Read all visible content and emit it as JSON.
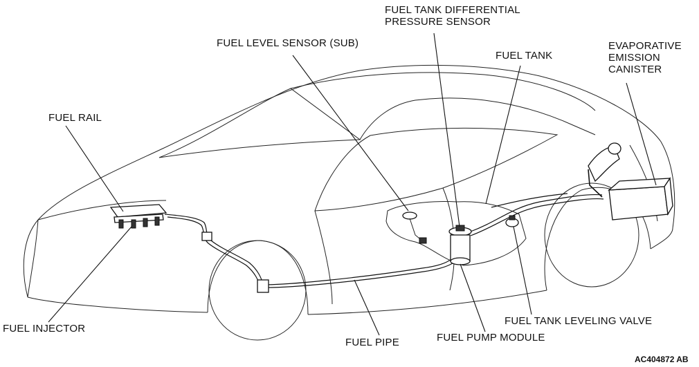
{
  "labels": {
    "fuel_tank_differential_pressure_sensor": "FUEL TANK DIFFERENTIAL\nPRESSURE SENSOR",
    "fuel_level_sensor_sub": "FUEL LEVEL SENSOR (SUB)",
    "fuel_tank": "FUEL TANK",
    "evaporative_emission_canister": "EVAPORATIVE\nEMISSION\nCANISTER",
    "fuel_rail": "FUEL RAIL",
    "fuel_injector": "FUEL INJECTOR",
    "fuel_pipe": "FUEL PIPE",
    "fuel_pump_module": "FUEL PUMP MODULE",
    "fuel_tank_leveling_valve": "FUEL TANK LEVELING VALVE"
  },
  "figure_id": "AC404872 AB"
}
